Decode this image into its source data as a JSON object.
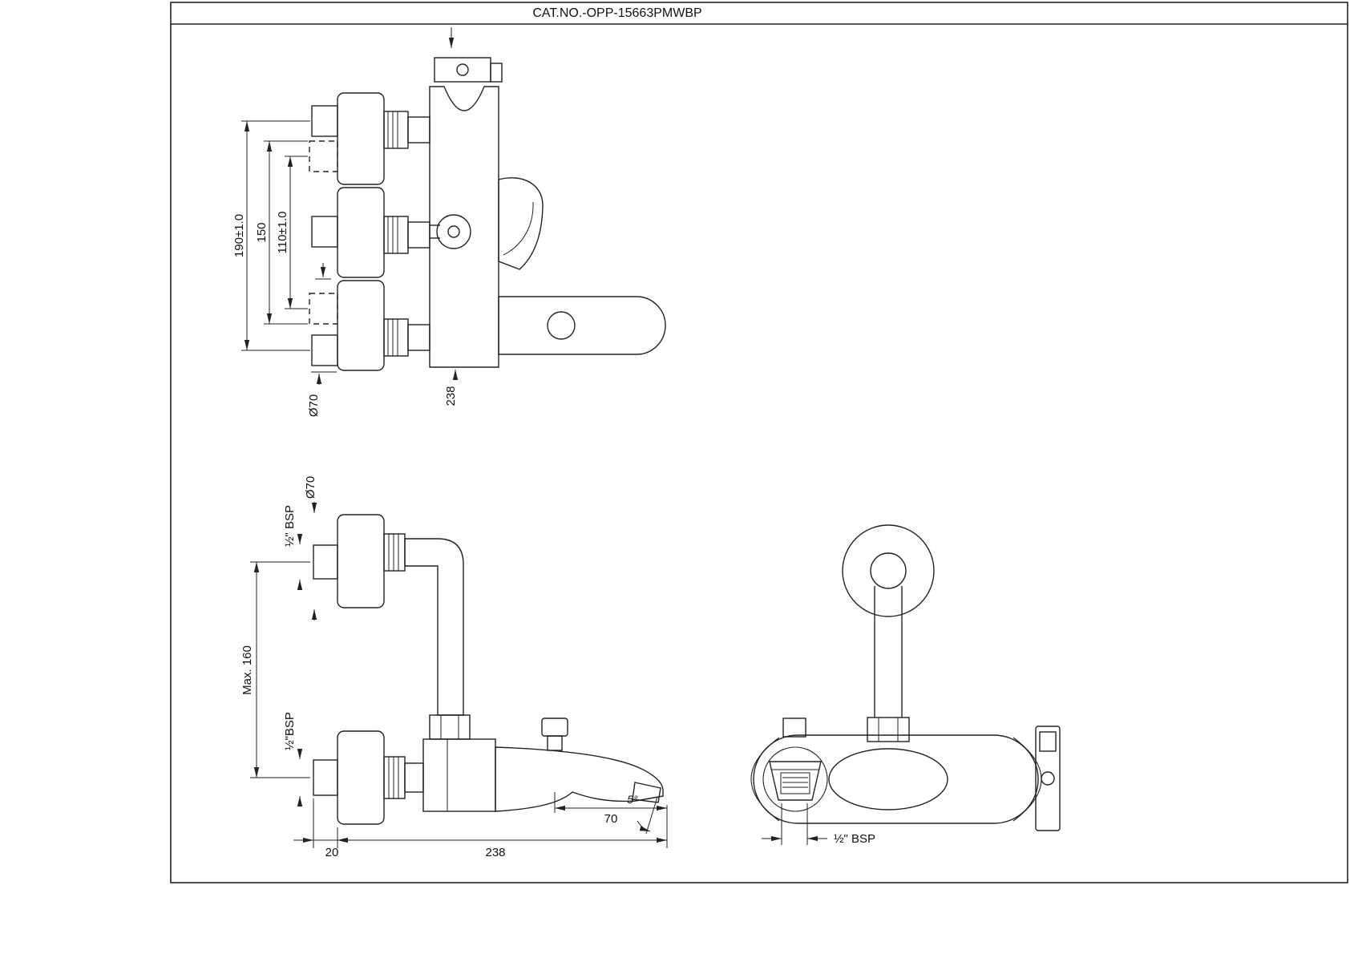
{
  "title": "CAT.NO.-OPP-15663PMWBP",
  "front_view": {
    "dim_height_outer": "190±1.0",
    "dim_height_mid": "150",
    "dim_height_inner": "110±1.0",
    "dim_knob_diameter": "Ø70",
    "dim_body_length": "238"
  },
  "side_view": {
    "dim_knob_diameter": "Ø70",
    "dim_inlet_top": "½\" BSP",
    "dim_max_height": "Max. 160",
    "dim_inlet_bottom": "½\"BSP",
    "dim_offset": "20",
    "dim_length": "238",
    "dim_spout_tip": "70",
    "dim_spout_angle": "5°"
  },
  "bottom_view": {
    "dim_inlet": "½\" BSP"
  }
}
